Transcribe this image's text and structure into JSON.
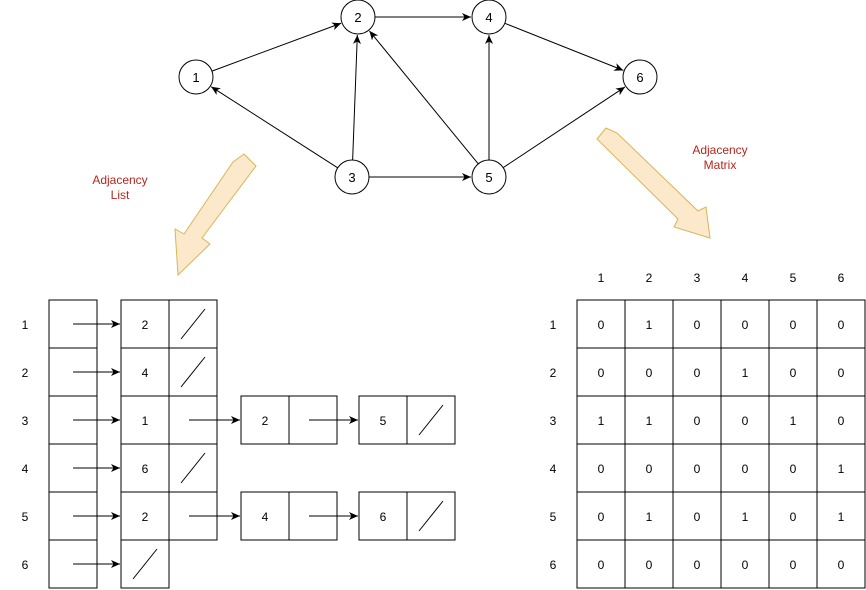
{
  "graph": {
    "nodes": [
      {
        "id": "1",
        "label": "1"
      },
      {
        "id": "2",
        "label": "2"
      },
      {
        "id": "3",
        "label": "3"
      },
      {
        "id": "4",
        "label": "4"
      },
      {
        "id": "5",
        "label": "5"
      },
      {
        "id": "6",
        "label": "6"
      }
    ],
    "edges": [
      {
        "from": "1",
        "to": "2"
      },
      {
        "from": "2",
        "to": "4"
      },
      {
        "from": "3",
        "to": "1"
      },
      {
        "from": "3",
        "to": "2"
      },
      {
        "from": "3",
        "to": "5"
      },
      {
        "from": "4",
        "to": "6"
      },
      {
        "from": "5",
        "to": "2"
      },
      {
        "from": "5",
        "to": "4"
      },
      {
        "from": "5",
        "to": "6"
      }
    ]
  },
  "labels": {
    "adjacency_list": [
      "Adjacency",
      "List"
    ],
    "adjacency_matrix": [
      "Adjacency",
      "Matrix"
    ]
  },
  "colors": {
    "label_red": "#b5261e",
    "arrow_fill": "#fce9cc",
    "arrow_stroke": "#d6b656",
    "line": "#000000"
  },
  "adjacency_list": {
    "row_labels": [
      "1",
      "2",
      "3",
      "4",
      "5",
      "6"
    ],
    "rows": [
      [
        "2"
      ],
      [
        "4"
      ],
      [
        "1",
        "2",
        "5"
      ],
      [
        "6"
      ],
      [
        "2",
        "4",
        "6"
      ],
      []
    ]
  },
  "adjacency_matrix": {
    "col_headers": [
      "1",
      "2",
      "3",
      "4",
      "5",
      "6"
    ],
    "row_headers": [
      "1",
      "2",
      "3",
      "4",
      "5",
      "6"
    ],
    "values": [
      [
        "0",
        "1",
        "0",
        "0",
        "0",
        "0"
      ],
      [
        "0",
        "0",
        "0",
        "1",
        "0",
        "0"
      ],
      [
        "1",
        "1",
        "0",
        "0",
        "1",
        "0"
      ],
      [
        "0",
        "0",
        "0",
        "0",
        "0",
        "1"
      ],
      [
        "0",
        "1",
        "0",
        "1",
        "0",
        "1"
      ],
      [
        "0",
        "0",
        "0",
        "0",
        "0",
        "0"
      ]
    ]
  }
}
